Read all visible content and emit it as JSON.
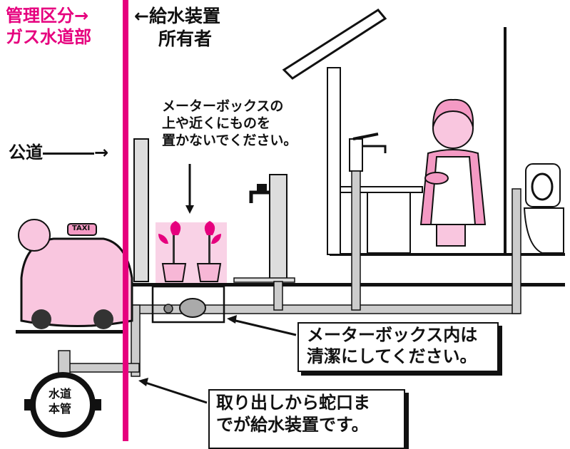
{
  "labels": {
    "gas_water_division_line1": "管理区分→",
    "gas_water_division_line2": "ガス水道部",
    "owner_line1": "←給水装置",
    "owner_line2": "所有者",
    "public_road": "公道―――→",
    "meter_box_warning_line1": "メーターボックスの",
    "meter_box_warning_line2": "上や近くにものを",
    "meter_box_warning_line3": "置かないでください。",
    "meter_box_clean_line1": "メーターボックス内は",
    "meter_box_clean_line2": "清潔にしてください。",
    "supply_definition_line1": "取り出しから蛇口ま",
    "supply_definition_line2": "でが給水装置です。",
    "main_pipe_line1": "水道",
    "main_pipe_line2": "本管",
    "taxi_sign": "TAXI"
  },
  "colors": {
    "boundary": "#e6007e",
    "pink_fill": "#f7b7d6",
    "pipe": "#cfcfcf",
    "ink": "#111111"
  }
}
